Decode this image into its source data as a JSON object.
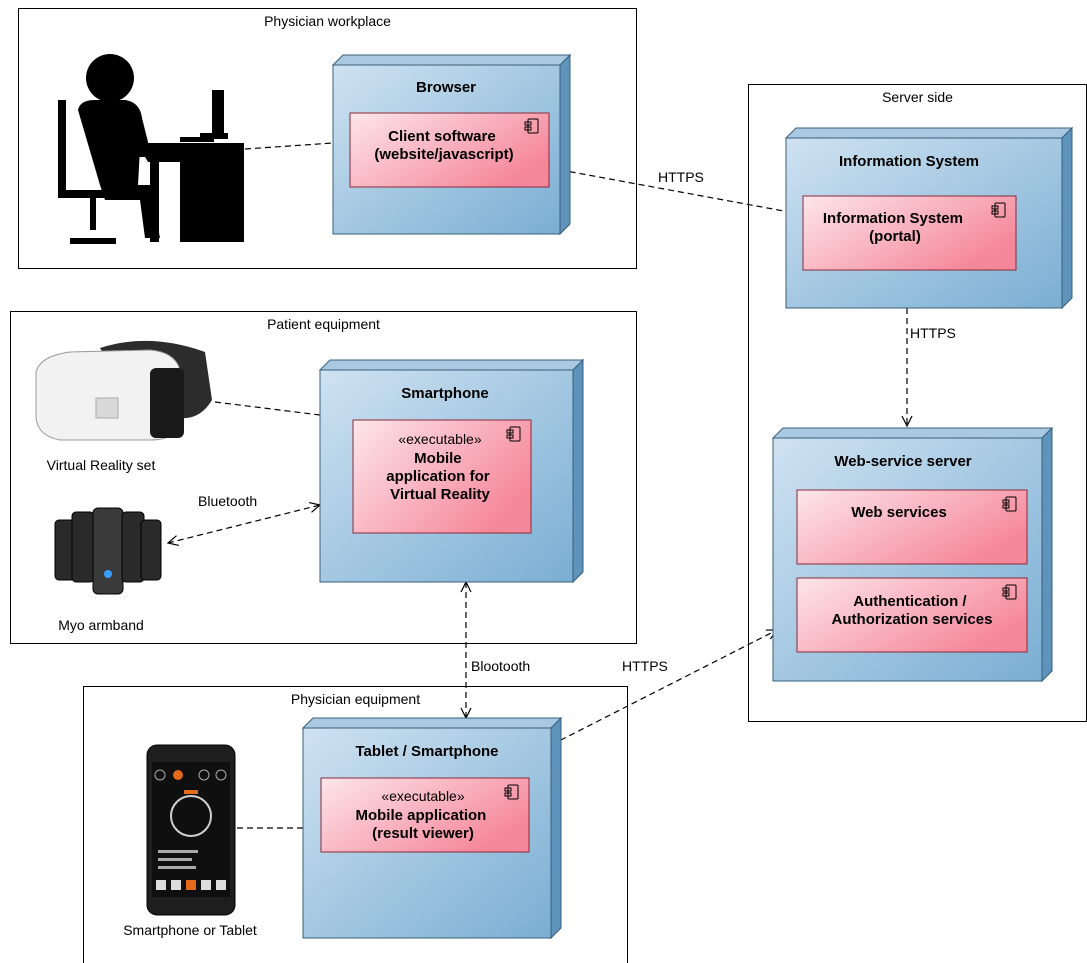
{
  "frames": {
    "physician_workplace": "Physician workplace",
    "server_side": "Server side",
    "patient_equipment": "Patient equipment",
    "physician_equipment": "Physician equipment"
  },
  "nodes": {
    "browser": {
      "title": "Browser",
      "component": {
        "lines": [
          "Client software",
          "(website/javascript)"
        ]
      }
    },
    "information_system": {
      "title": "Information System",
      "component": {
        "lines": [
          "Information System",
          "(portal)"
        ]
      }
    },
    "smartphone": {
      "title": "Smartphone",
      "component": {
        "stereotype": "«executable»",
        "lines": [
          "Mobile",
          "application for",
          "Virtual Reality"
        ]
      }
    },
    "web_service_server": {
      "title": "Web-service server",
      "components": [
        {
          "lines": [
            "Web services"
          ]
        },
        {
          "lines": [
            "Authentication /",
            "Authorization services"
          ]
        }
      ]
    },
    "tablet_smartphone": {
      "title": "Tablet / Smartphone",
      "component": {
        "stereotype": "«executable»",
        "lines": [
          "Mobile application",
          "(result viewer)"
        ]
      }
    }
  },
  "devices": {
    "vr_set": "Virtual Reality set",
    "myo_armband": "Myo armband",
    "smartphone_or_tablet": "Smartphone or Tablet"
  },
  "connections": {
    "browser_to_is": "HTTPS",
    "is_to_ws": "HTTPS",
    "myo_bluetooth": "Bluetooth",
    "smartphone_tablet": "Blootooth",
    "tablet_to_ws": "HTTPS"
  },
  "colors": {
    "node_fill_light": "#c8deef",
    "node_fill_dark": "#7fb0d3",
    "node_stroke": "#3a5f7a",
    "component_fill_light": "#fde2e6",
    "component_fill_dark": "#f58a9b",
    "component_stroke": "#8a2a3a"
  }
}
